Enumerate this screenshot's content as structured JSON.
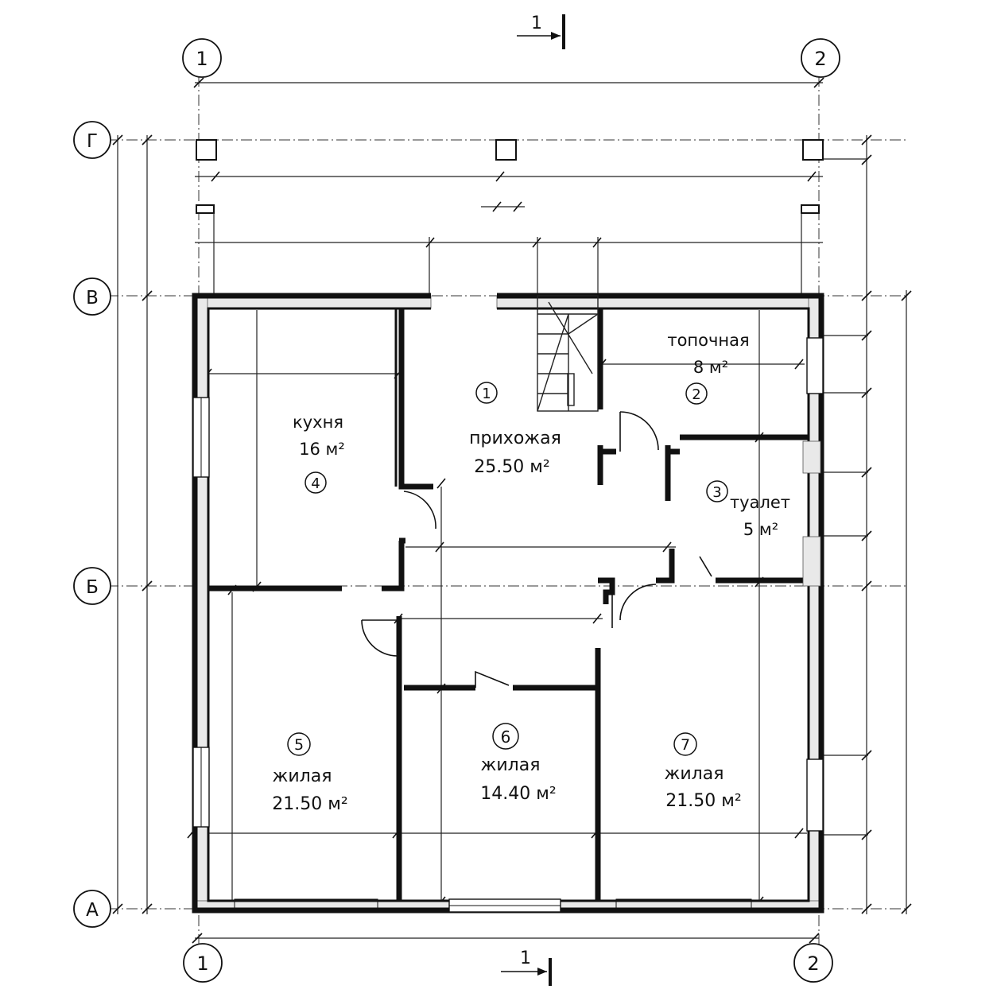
{
  "axes": {
    "vertical": [
      {
        "id": "ax-1-top",
        "label": "1"
      },
      {
        "id": "ax-2-top",
        "label": "2"
      },
      {
        "id": "ax-1-bottom",
        "label": "1"
      },
      {
        "id": "ax-2-bottom",
        "label": "2"
      }
    ],
    "horizontal": [
      {
        "id": "ax-g",
        "label": "Г"
      },
      {
        "id": "ax-v",
        "label": "В"
      },
      {
        "id": "ax-b",
        "label": "Б"
      },
      {
        "id": "ax-a",
        "label": "А"
      }
    ]
  },
  "section_marks": {
    "top": "1",
    "bottom": "1"
  },
  "rooms": [
    {
      "number": "1",
      "name": "прихожая",
      "area": "25.50 м²"
    },
    {
      "number": "2",
      "name": "топочная",
      "area": "8 м²"
    },
    {
      "number": "3",
      "name": "туалет",
      "area": "5 м²"
    },
    {
      "number": "4",
      "name": "кухня",
      "area": "16 м²"
    },
    {
      "number": "5",
      "name": "жилая",
      "area": "21.50 м²"
    },
    {
      "number": "6",
      "name": "жилая",
      "area": "14.40 м²"
    },
    {
      "number": "7",
      "name": "жилая",
      "area": "21.50 м²"
    }
  ]
}
